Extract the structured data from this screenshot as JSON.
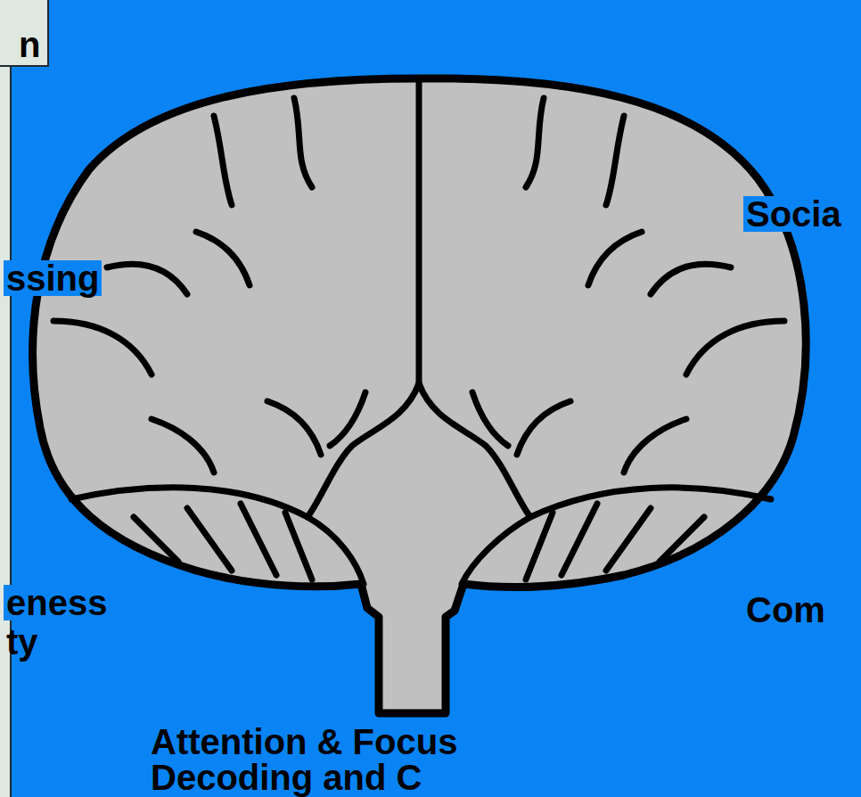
{
  "diagram": {
    "labels": [
      "n",
      "ssing",
      "Socia",
      "eness",
      "ty",
      "Com",
      "Attention & Focus",
      "Decoding and C"
    ]
  }
}
